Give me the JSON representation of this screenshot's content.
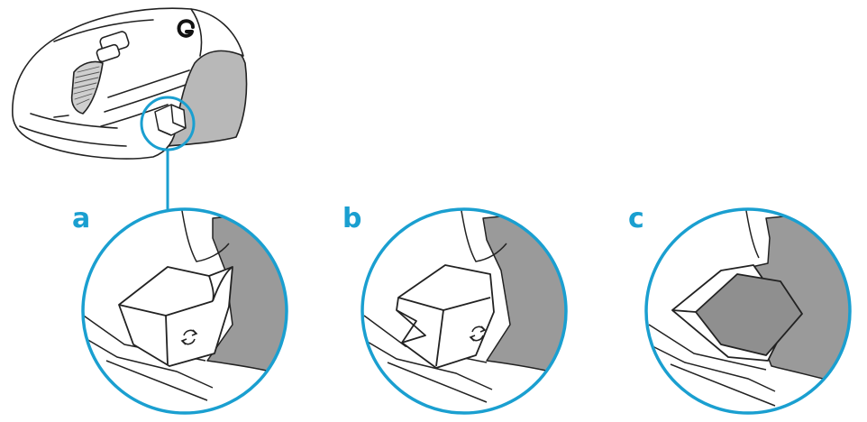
{
  "panels": [
    {
      "id": "a",
      "label": "a"
    },
    {
      "id": "b",
      "label": "b"
    },
    {
      "id": "c",
      "label": "c"
    }
  ],
  "colors": {
    "accent": "#1a9fd0",
    "outline": "#222222",
    "shadow_gray": "#9a9a9a",
    "mouse_side_gray": "#b8b8b8"
  },
  "icons": [
    "logitech-g-logo",
    "rotation-arrows-icon"
  ]
}
